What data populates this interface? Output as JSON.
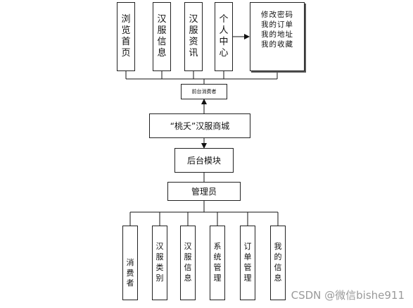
{
  "top_modules": [
    "浏览首页",
    "汉服信息",
    "汉服资讯",
    "个人中心"
  ],
  "personal_center_sub": [
    "修改密码",
    "我的订单",
    "我的地址",
    "我的收藏"
  ],
  "frontend_label": "前台消费者",
  "mall_title": "“桃夭”汉服商城",
  "backend_label": "后台模块",
  "admin_label": "管理员",
  "bottom_modules": [
    "消费者",
    "汉服类别",
    "汉服信息",
    "系统管理",
    "订单管理",
    "我的信息"
  ],
  "watermark": "CSDN @微信bishe911"
}
